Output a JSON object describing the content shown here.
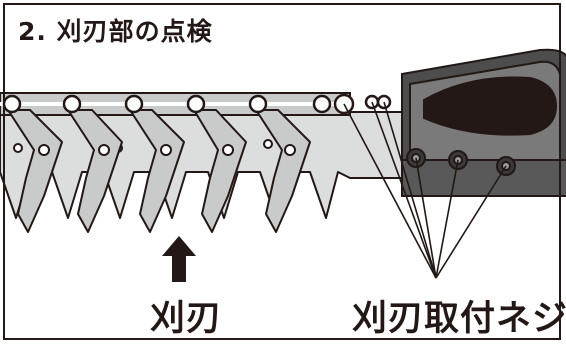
{
  "title": "2. 刈刃部の点検",
  "labels": {
    "blade": "刈刃",
    "blade_screws": "刈刃取付ネジ"
  },
  "colors": {
    "outline": "#231815",
    "blade_gray": "#c9caca",
    "blade_light": "#dcdddd",
    "housing_dark": "#4d4d4d",
    "housing_mid": "#7a7a7a",
    "window_black": "#231815"
  },
  "icons": {
    "pointer": "up-arrow-icon",
    "screw": "screw-icon"
  }
}
